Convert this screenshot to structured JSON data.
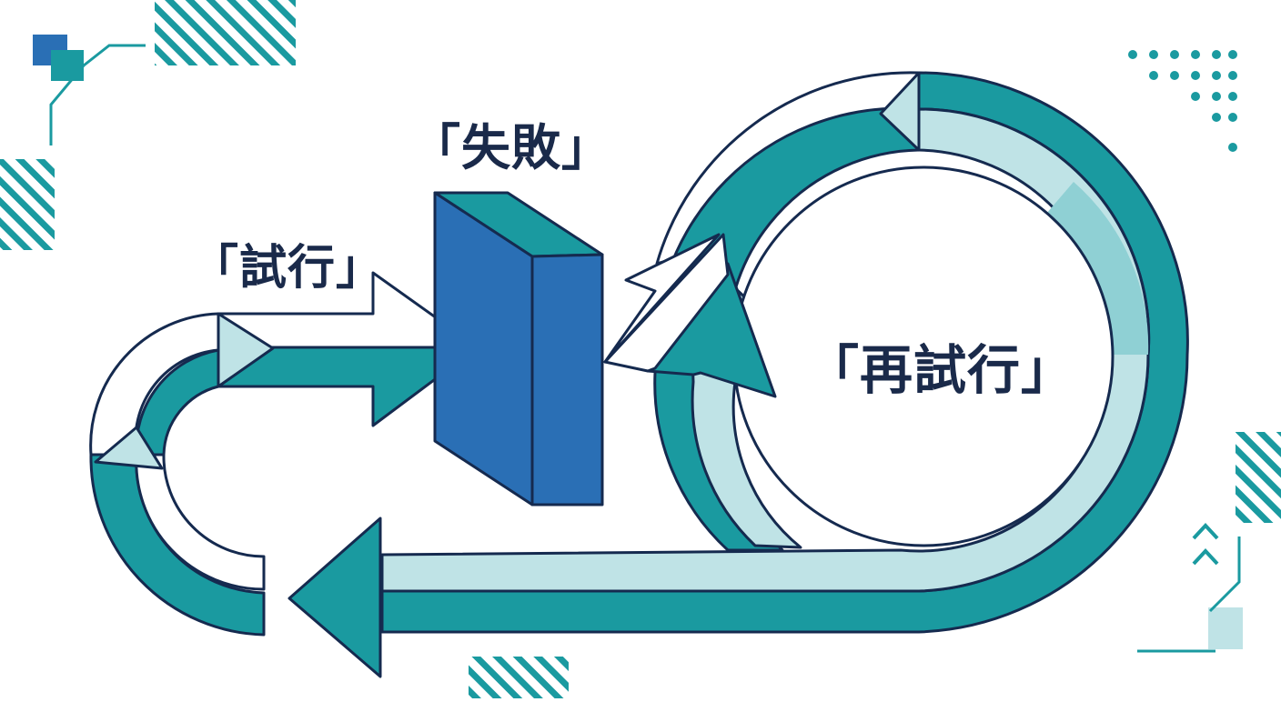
{
  "labels": {
    "try": "「試行」",
    "fail": "「失敗」",
    "retry": "「再試行」"
  },
  "colors": {
    "outline": "#152a4f",
    "teal": "#1a9aa0",
    "light_teal": "#bfe3e6",
    "mid_teal": "#8fd0d4",
    "block_blue": "#2a6fb5",
    "deco_blue": "#2a6fb5",
    "text": "#1a2a4a"
  },
  "icons": {
    "stripes": "diagonal-stripes-pattern",
    "dots": "dot-grid",
    "chevrons": "double-chevron-up-icon",
    "squares": "overlapping-squares-icon"
  }
}
